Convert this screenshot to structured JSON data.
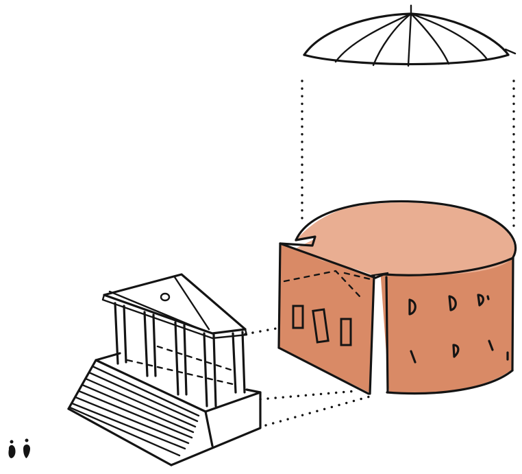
{
  "figure": {
    "subject": "exploded-axonometric-building-sketch",
    "parts": [
      "dome",
      "rotunda-drum",
      "intermediate-block",
      "portico",
      "steps",
      "human-figures"
    ],
    "colors": {
      "ink": "#141414",
      "paper": "#ffffff",
      "brick": "#d98a66",
      "roof_top": "#e9ae92",
      "window": "#6e3a22"
    }
  }
}
